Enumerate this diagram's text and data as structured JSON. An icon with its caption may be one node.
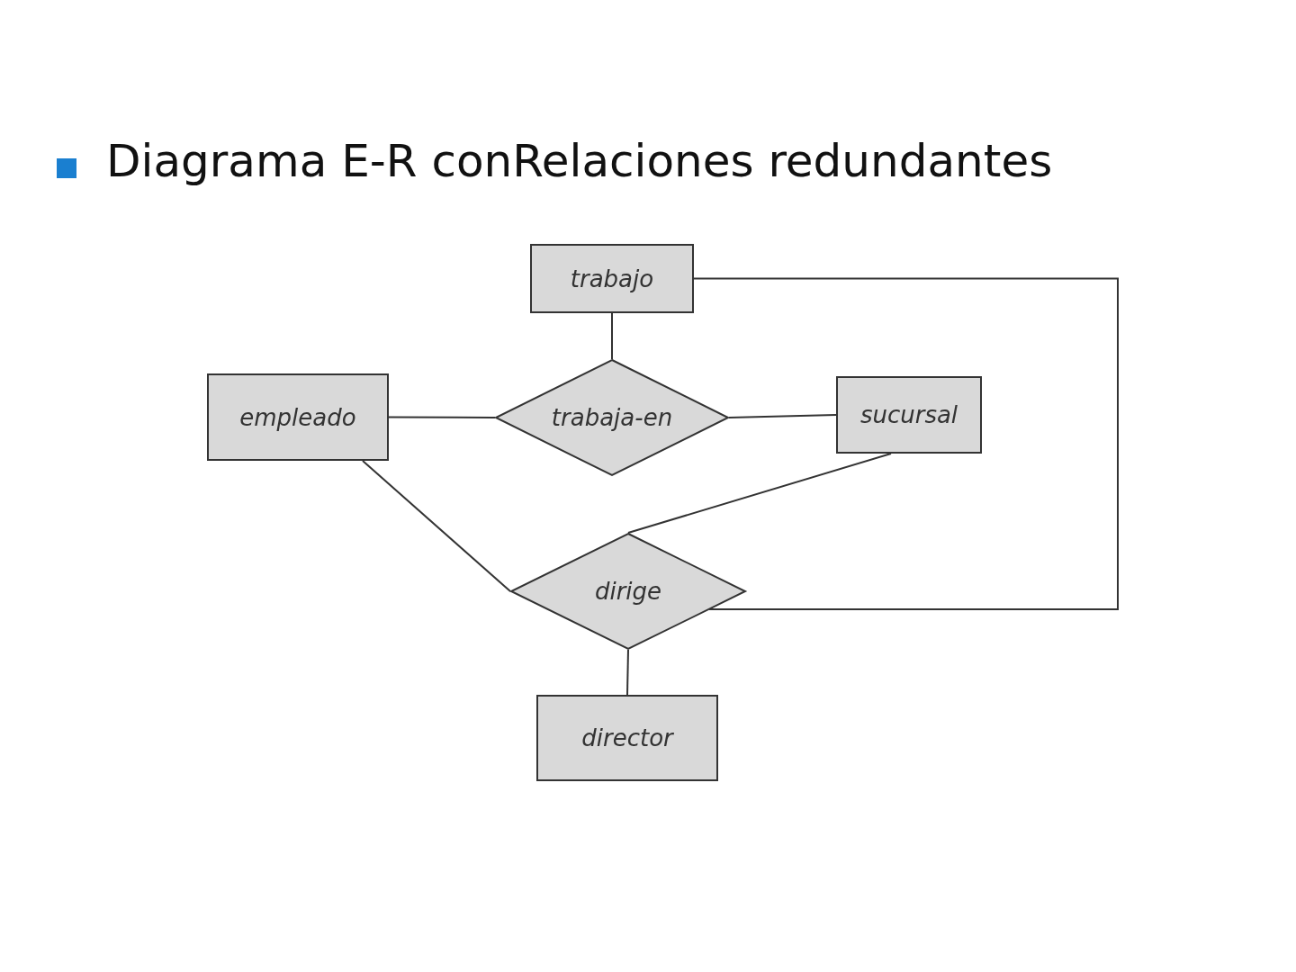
{
  "diagram": {
    "title": "Diagrama E-R conRelaciones redundantes",
    "nodes": [
      {
        "text": [
          "trabajo"
        ]
      },
      {
        "text": [
          "empleado"
        ]
      },
      {
        "text": [
          "trabaja-en"
        ]
      },
      {
        "text": [
          "sucursal"
        ]
      },
      {
        "text": [
          "dirige"
        ]
      },
      {
        "text": [
          "director"
        ]
      }
    ],
    "edges": [
      {
        "from": 0,
        "to": 2,
        "arrow": "none"
      },
      {
        "from": 1,
        "to": 2,
        "arrow": "none"
      },
      {
        "from": 2,
        "to": 3,
        "arrow": "none"
      },
      {
        "from": 1,
        "to": 4,
        "arrow": "none"
      },
      {
        "from": 3,
        "to": 4,
        "arrow": "none"
      },
      {
        "from": 0,
        "to": 4,
        "arrow": "none"
      },
      {
        "from": 4,
        "to": 5,
        "arrow": "none"
      }
    ]
  }
}
